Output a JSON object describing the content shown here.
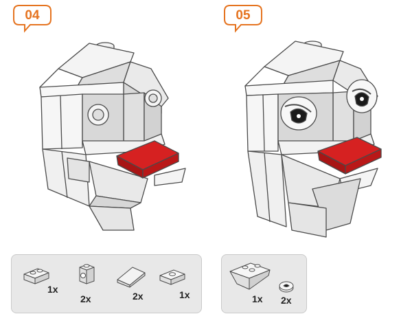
{
  "steps": [
    {
      "number": "04",
      "parts": [
        {
          "icon": "plate-1x2-brick-icon",
          "qty": "1x"
        },
        {
          "icon": "brick-1x1-stud-side-icon",
          "qty": "2x"
        },
        {
          "icon": "slope-brick-icon",
          "qty": "2x"
        },
        {
          "icon": "jumper-plate-icon",
          "qty": "1x"
        }
      ]
    },
    {
      "number": "05",
      "parts": [
        {
          "icon": "inverted-slope-brick-icon",
          "qty": "1x"
        },
        {
          "icon": "round-eye-tile-icon",
          "qty": "2x"
        }
      ]
    }
  ],
  "colors": {
    "accent": "#e5731f",
    "brick_white": "#f1f1f1",
    "brick_shade": "#d4d4d4",
    "outline": "#4a4a4a",
    "tongue_red": "#cc1d1d",
    "panel_bg": "#e8e8e8"
  }
}
